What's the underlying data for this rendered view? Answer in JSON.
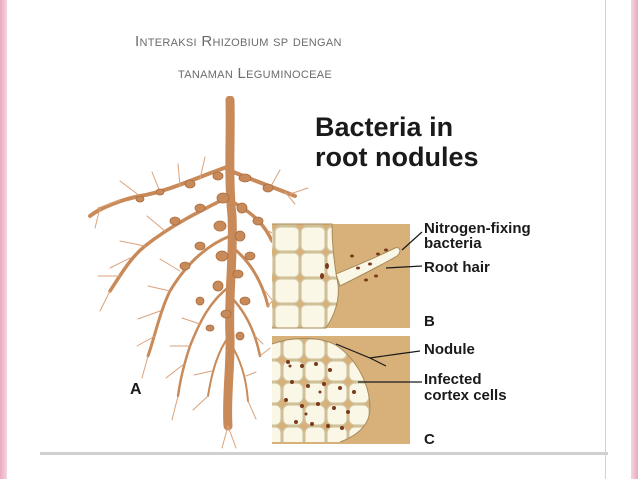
{
  "slide": {
    "title_line1": "Interaksi Rhizobium sp dengan",
    "title_line2": "tanaman Leguminoceae"
  },
  "figure": {
    "heading_line1": "Bacteria in",
    "heading_line2": "root nodules",
    "label_nitrogen_line1": "Nitrogen-fixing",
    "label_nitrogen_line2": "bacteria",
    "label_root_hair": "Root hair",
    "label_nodule": "Nodule",
    "label_infected_line1": "Infected",
    "label_infected_line2": "cortex cells",
    "panel_a": "A",
    "panel_b": "B",
    "panel_c": "C"
  },
  "colors": {
    "accent_pink": "#e8a9c0",
    "root_brown": "#c98a5a",
    "panel_tan": "#d7b07a",
    "cell_fill": "#fbf7e6"
  }
}
